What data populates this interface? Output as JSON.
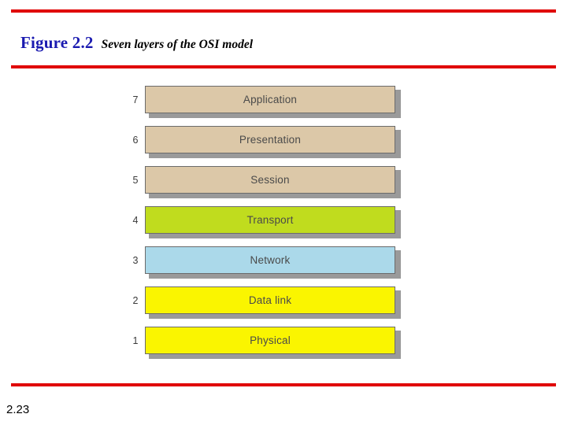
{
  "slide": {
    "figure_label": "Figure 2.2",
    "figure_caption": "Seven layers of the OSI model",
    "page_number": "2.23",
    "rule_color": "#e00000",
    "label_color": "#1a1ab0"
  },
  "diagram": {
    "type": "stacked-layer-diagram",
    "layers": [
      {
        "number": "7",
        "name": "Application",
        "color": "#dcc8a8"
      },
      {
        "number": "6",
        "name": "Presentation",
        "color": "#dcc8a8"
      },
      {
        "number": "5",
        "name": "Session",
        "color": "#dcc8a8"
      },
      {
        "number": "4",
        "name": "Transport",
        "color": "#c0dc1e"
      },
      {
        "number": "3",
        "name": "Network",
        "color": "#abd9ea"
      },
      {
        "number": "2",
        "name": "Data link",
        "color": "#faf500"
      },
      {
        "number": "1",
        "name": "Physical",
        "color": "#faf500"
      }
    ]
  }
}
